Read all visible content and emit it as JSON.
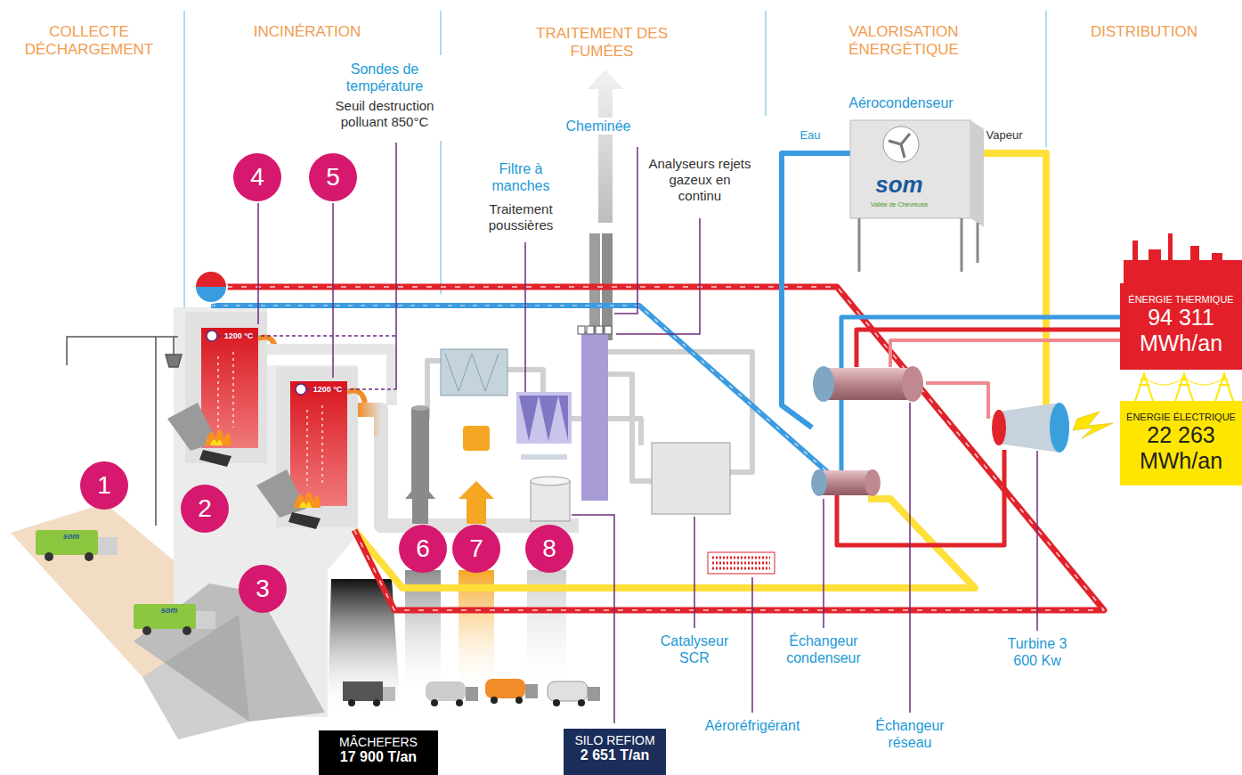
{
  "diagram": {
    "nodes": [
      {
        "text": [
          "4"
        ]
      },
      {
        "text": [
          "5"
        ]
      },
      {
        "text": [
          "1"
        ]
      },
      {
        "text": [
          "2"
        ]
      },
      {
        "text": [
          "3"
        ]
      },
      {
        "text": [
          "6"
        ]
      },
      {
        "text": [
          "7"
        ]
      },
      {
        "text": [
          "8"
        ]
      },
      {
        "text": [
          "ÉNERGIE THERMIQUE",
          "94 311 MWh/an"
        ]
      },
      {
        "text": [
          "ÉNERGIE ÉLECTRIQUE",
          "22 263 MWh/an"
        ]
      },
      {
        "text": [
          "MÂCHEFERS",
          "17 900 T/an"
        ]
      },
      {
        "text": [
          "SILO REFIOM",
          "2 651 T/an"
        ]
      }
    ],
    "labels": [
      "COLLECTE DÉCHARGEMENT",
      "INCINÉRATION",
      "TRAITEMENT DES FUMÉES",
      "VALORISATION ÉNERGÉTIQUE",
      "DISTRIBUTION",
      "Sondes de température",
      "Seuil destruction polluant 850°C",
      "Cheminée",
      "Filtre à manches",
      "Traitement poussières",
      "Analyseurs rejets gazeux en continu",
      "Aérocondenseur",
      "Eau",
      "Vapeur",
      "som",
      "Vallée de Chevreuse",
      "1200 °C",
      "1200 °C",
      "Catalyseur SCR",
      "Échangeur condenseur",
      "Aéroréfrigérant",
      "Échangeur réseau",
      "Turbine 3 600 Kw",
      "som",
      "som"
    ]
  }
}
